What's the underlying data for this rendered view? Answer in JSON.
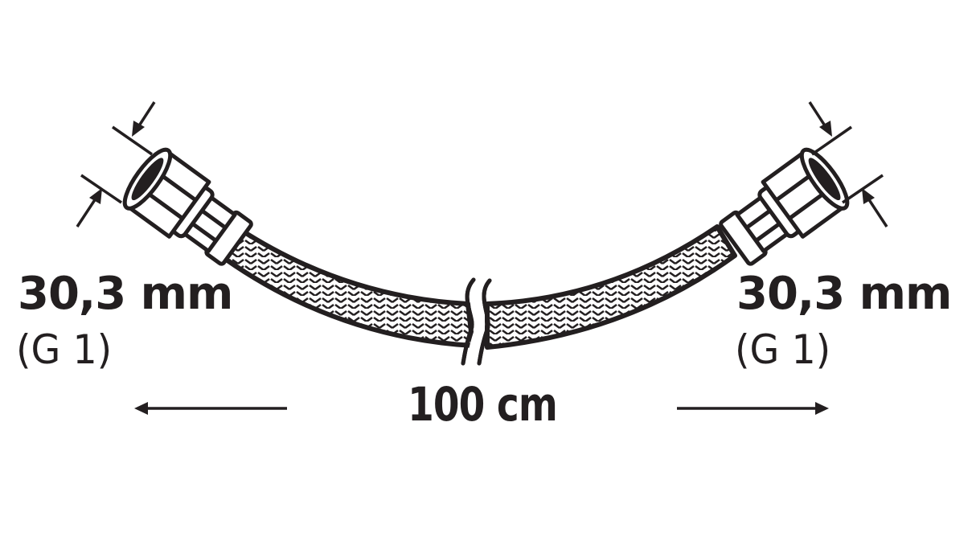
{
  "diagram": {
    "subject": "braided flexible hose with female threaded hex-nut fittings on both ends",
    "colors": {
      "ink": "#231f20",
      "background": "#ffffff"
    },
    "left_end": {
      "diameter_label": "30,3 mm",
      "thread_label": "(G 1)",
      "icon": "hex-nut-fitting"
    },
    "right_end": {
      "diameter_label": "30,3 mm",
      "thread_label": "(G 1)",
      "icon": "hex-nut-fitting"
    },
    "length": {
      "label": "100 cm",
      "left_arrow": "arrow-left",
      "right_arrow": "arrow-right"
    },
    "hose": {
      "pattern": "braided-herringbone",
      "break_symbol": "double-wavy-break"
    }
  }
}
